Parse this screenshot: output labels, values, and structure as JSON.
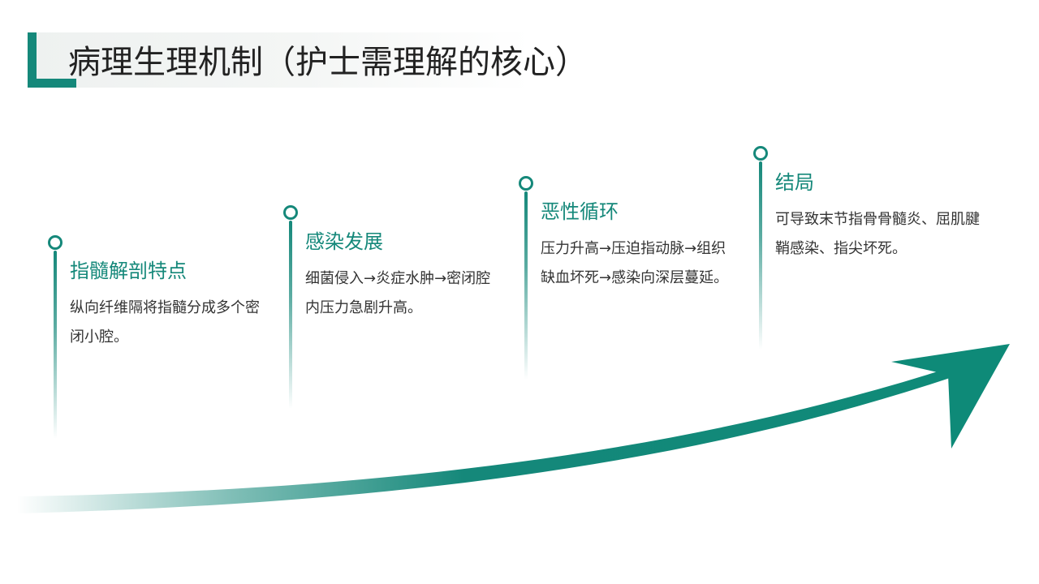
{
  "title": "病理生理机制（护士需理解的核心）",
  "colors": {
    "accent": "#15887a",
    "heading": "#15887a",
    "body_text": "#333333",
    "title_text": "#222222"
  },
  "steps": [
    {
      "heading": "指髓解剖特点",
      "body": "纵向纤维隔将指髓分成多个密闭小腔。"
    },
    {
      "heading": "感染发展",
      "body": "细菌侵入→炎症水肿→密闭腔内压力急剧升高。"
    },
    {
      "heading": "恶性循环",
      "body": "压力升高→压迫指动脉→组织缺血坏死→感染向深层蔓延。"
    },
    {
      "heading": "结局",
      "body": "可导致末节指骨骨髓炎、屈肌腱鞘感染、指尖坏死。"
    }
  ]
}
